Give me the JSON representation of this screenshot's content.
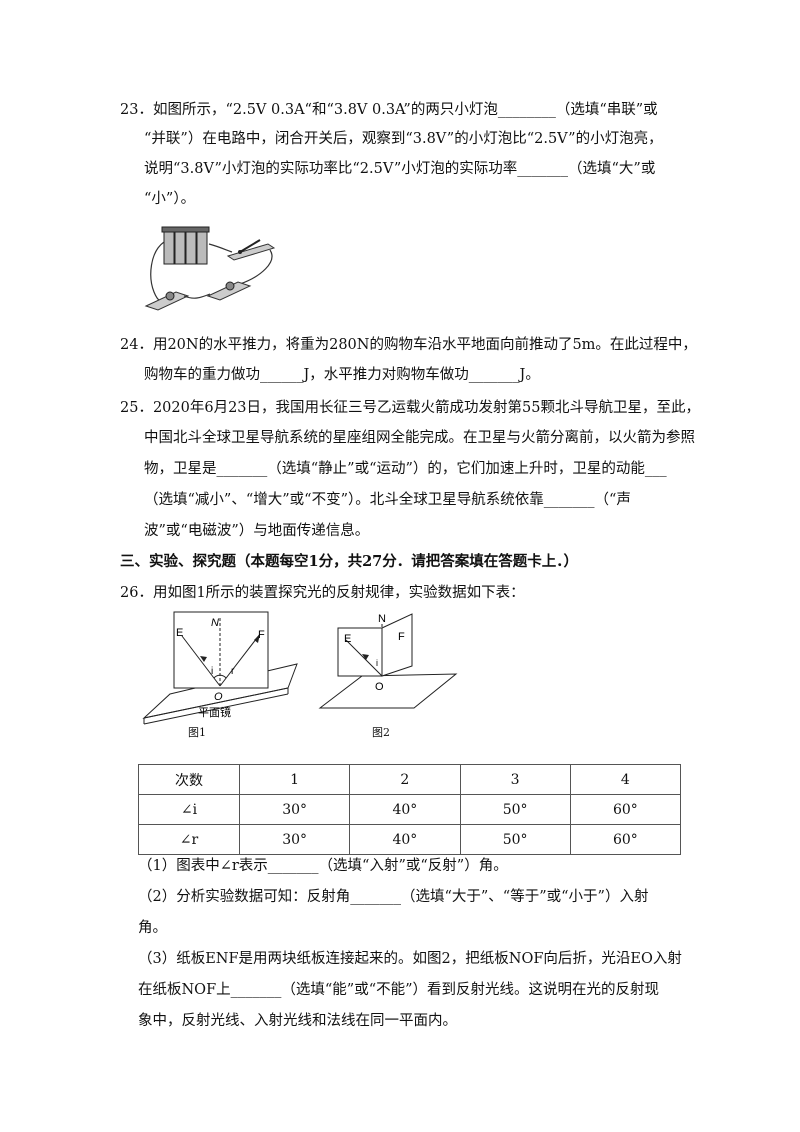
{
  "q23": {
    "l1": "23．如图所示，“2.5V  0.3A“和“3.8V  0.3A”的两只小灯泡________（选填“串联”或",
    "l2": "“并联”）在电路中，闭合开关后，观察到“3.8V”的小灯泡比“2.5V”的小灯泡亮，",
    "l3": "说明“3.8V”小灯泡的实际功率比“2.5V”小灯泡的实际功率_______（选填“大”或",
    "l4": "“小”）。"
  },
  "q24": {
    "l1": "24．用20N的水平推力，将重为280N的购物车沿水平地面向前推动了5m。在此过程中，",
    "l2": "购物车的重力做功______J，水平推力对购物车做功_______J。"
  },
  "q25": {
    "l1": "25．2020年6月23日，我国用长征三号乙运载火箭成功发射第55颗北斗导航卫星，至此，",
    "l2": "中国北斗全球卫星导航系统的星座组网全能完成。在卫星与火箭分离前，以火箭为参照",
    "l3": "物，卫星是_______（选填“静止”或“运动”）的，它们加速上升时，卫星的动能___",
    "l4": "（选填“减小”、“增大”或“不变”）。北斗全球卫星导航系统依靠_______（“声",
    "l5": "波”或“电磁波”）与地面传递信息。"
  },
  "section3": "三、实验、探究题（本题每空1分，共27分．请把答案填在答题卡上．）",
  "q26": {
    "intro": "26．用如图1所示的装置探究光的反射规律，实验数据如下表：",
    "fig1": {
      "caption": "图1",
      "mirror_label": "平面镜",
      "E": "E",
      "F": "F",
      "N": "N",
      "O": "O",
      "i": "i",
      "r": "r"
    },
    "fig2": {
      "caption": "图2",
      "E": "E",
      "F": "F",
      "N": "N",
      "O": "O",
      "i": "i"
    },
    "table": {
      "header": [
        "次数",
        "1",
        "2",
        "3",
        "4"
      ],
      "rows": [
        [
          "∠i",
          "30°",
          "40°",
          "50°",
          "60°"
        ],
        [
          "∠r",
          "30°",
          "40°",
          "50°",
          "60°"
        ]
      ]
    },
    "p1": "（1）图表中∠r表示_______（选填“入射”或“反射”）角。",
    "p2a": "（2）分析实验数据可知：反射角_______（选填“大于”、“等于”或“小于”）入射",
    "p2b": "角。",
    "p3a": "（3）纸板ENF是用两块纸板连接起来的。如图2，把纸板NOF向后折，光沿EO入射",
    "p3b": "在纸板NOF上_______（选填“能”或“不能”）看到反射光线。这说明在光的反射现",
    "p3c": "象中，反射光线、入射光线和法线在同一平面内。"
  }
}
